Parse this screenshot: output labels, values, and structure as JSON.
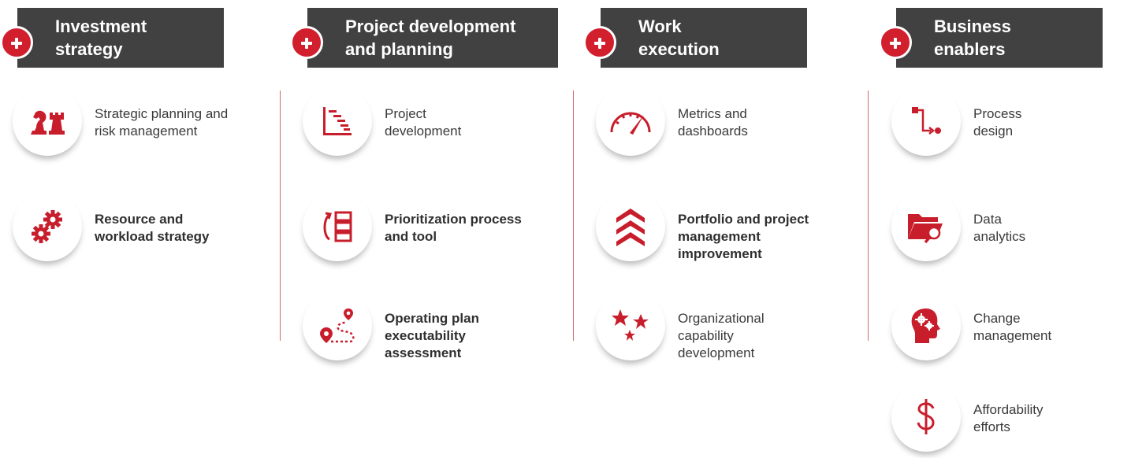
{
  "accent_color": "#d11f2e",
  "header_color": "#414141",
  "columns": [
    {
      "title": "Investment\nstrategy",
      "items": [
        {
          "label": "Strategic planning and\nrisk management",
          "icon": "chess-pieces-icon",
          "bold": false
        },
        {
          "label": "Resource and\nworkload strategy",
          "icon": "gears-icon",
          "bold": true
        }
      ]
    },
    {
      "title": "Project development\nand planning",
      "items": [
        {
          "label": "Project\ndevelopment",
          "icon": "gantt-chart-icon",
          "bold": false
        },
        {
          "label": "Prioritization process\nand tool",
          "icon": "prioritize-list-icon",
          "bold": true
        },
        {
          "label": "Operating plan\nexecutability\nassessment",
          "icon": "route-map-icon",
          "bold": true
        }
      ]
    },
    {
      "title": "Work\nexecution",
      "items": [
        {
          "label": "Metrics and\ndashboards",
          "icon": "gauge-icon",
          "bold": false
        },
        {
          "label": "Portfolio and project\nmanagement\nimprovement",
          "icon": "chevrons-up-icon",
          "bold": true
        },
        {
          "label": "Organizational\ncapability\ndevelopment",
          "icon": "stars-icon",
          "bold": false
        }
      ]
    },
    {
      "title": "Business\nenablers",
      "items": [
        {
          "label": "Process\ndesign",
          "icon": "process-flow-icon",
          "bold": false
        },
        {
          "label": "Data\nanalytics",
          "icon": "folder-search-icon",
          "bold": false
        },
        {
          "label": "Change\nmanagement",
          "icon": "head-gears-icon",
          "bold": false
        },
        {
          "label": "Affordability\nefforts",
          "icon": "dollar-icon",
          "bold": false
        }
      ]
    }
  ]
}
